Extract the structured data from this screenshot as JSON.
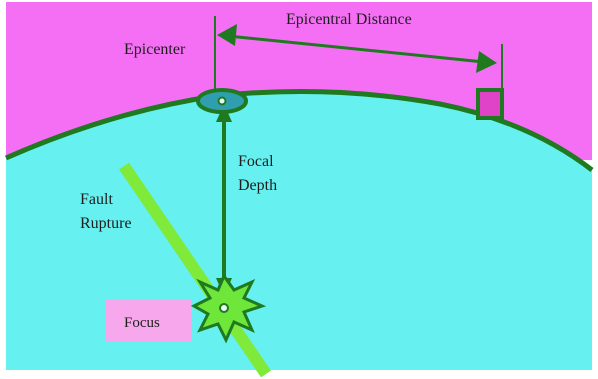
{
  "diagram": {
    "labels": {
      "epicentral_distance": "Epicentral Distance",
      "epicenter": "Epicenter",
      "focal_depth_line1": "Focal",
      "focal_depth_line2": "Depth",
      "fault_rupture_line1": "Fault",
      "fault_rupture_line2": "Rupture",
      "focus": "Focus"
    },
    "colors": {
      "sky": "#f56ff5",
      "ground": "#66f0f0",
      "crust_line": "#1f7a1f",
      "arrow": "#1f7a1f",
      "fault": "#7fea3a",
      "focus_burst": "#6fe63a",
      "epicenter_fill": "#2f9fb0",
      "station_fill": "#e043c8",
      "focus_label_bg": "#f7a8ec",
      "text": "#1e1e1e",
      "frame": "#ffffff"
    },
    "icons": {
      "station": "seismic-station-icon",
      "epicenter": "epicenter-marker-icon",
      "focus": "focus-burst-icon"
    }
  }
}
